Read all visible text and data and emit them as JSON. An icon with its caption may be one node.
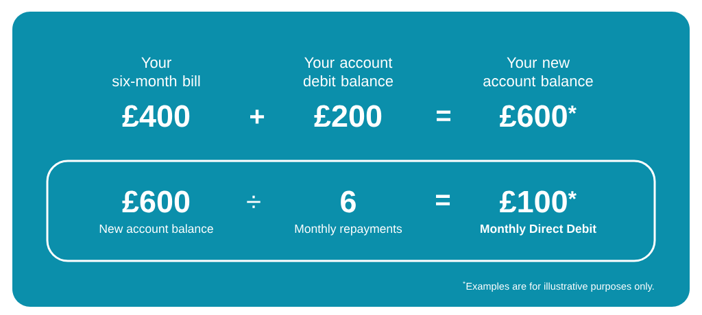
{
  "diagram": {
    "nodes": [
      {
        "text": [
          "Your six-month bill",
          "£400",
          "+",
          "Your account debit balance",
          "£200",
          "=",
          "Your new account balance",
          "£600$^{*}$",
          "$^{*}$Examples are for illustrative purposes only."
        ]
      },
      {
        "text": [
          "£600",
          "New account balance",
          "÷",
          "6",
          "Monthly repayments",
          "=",
          "£100$^{*}$",
          "Monthly Direct Debit"
        ],
        "in": 0
      }
    ]
  }
}
